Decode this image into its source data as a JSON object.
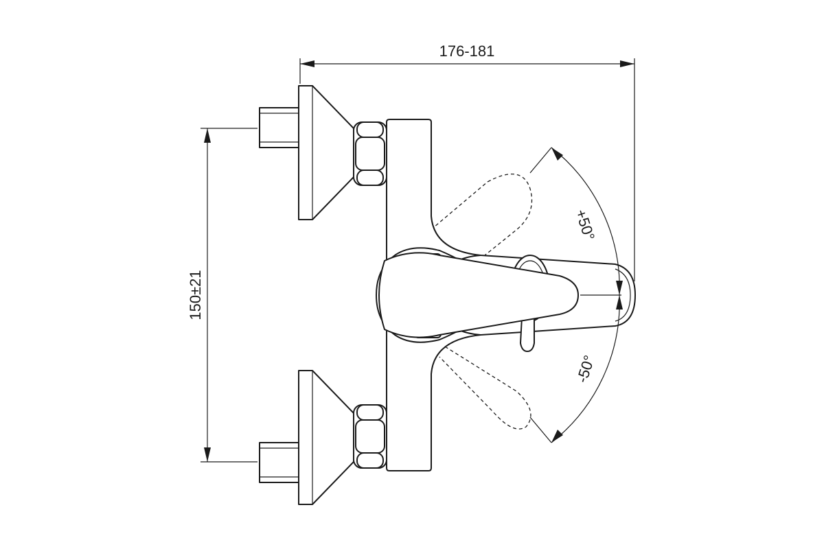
{
  "dimensions": {
    "width_label": "176-181",
    "height_label": "150±21",
    "angle_up_label": "+50°",
    "angle_down_label": "-50°"
  },
  "colors": {
    "line": "#1a1a1a",
    "background": "#ffffff"
  }
}
